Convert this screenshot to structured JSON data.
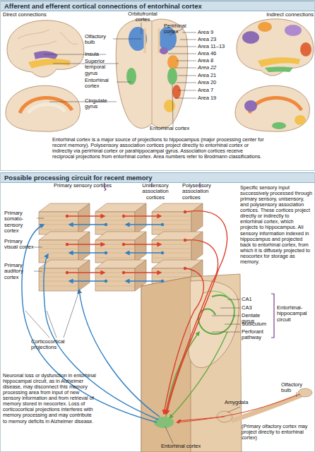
{
  "diagram": {
    "nodes": [
      {
        "text": [
          "Afferent and efferent cortical connections of entorhinal cortex"
        ]
      },
      {
        "text": [
          "Possible processing circuit for recent memory"
        ]
      }
    ],
    "labels": [
      "Direct connections",
      "Indirect connections",
      "Orbitofrontal cortex",
      "Perirhinal cortex",
      "Olfactory bulb",
      "Insula",
      "Superior temporal gyrus",
      "Entorhinal cortex",
      "Cingulate gyrus",
      "Area 9",
      "Area 23",
      "Area 11–13",
      "Area 46",
      "Area 8",
      "Area 22",
      "Area 21",
      "Area 20",
      "Area 7",
      "Area 19",
      "Entorhinal cortex",
      "Entorhinal cortex is a major source of projections to hippocampus (major processing center for recent memory). Polysensory association cortices project directly to entorhinal cortex or indirectly via perirhinal cortex or parahippocampal gyrus. Association cortices receive reciprocal projections from entorhinal cortex. Area numbers refer to Brodmann classifications.",
      "Primary sensory cortices",
      "Unisensory association cortices",
      "Polysensory association cortices",
      "Specific sensory input successively processed through primary sensory, unisensory, and polysensory association cortices. These cortices project directly or indirectly to entorhinal cortex, which projects to hippocampus. All sensory information indexed in hippocampus and projected back to entorhinal cortex, from which it is diffusely projected to neocortex for storage as memory.",
      "Primary somato-sensory cortex",
      "Primary visual cortex",
      "Primary auditory cortex",
      "Corticocortical projections",
      "CA1",
      "CA3",
      "Dentate gyrus",
      "Subiculum",
      "Perforant pathway",
      "Entorhinal-hippocampal circuit",
      "Neuronal loss or dysfunction in entorhinal hippocampal circuit, as in Alzheimer disease, may disconnect this memory processing area from input of new sensory information and from retrieval of memory stored in neocortex. Loss of corticocortical projections interferes with memory processing and may contribute to memory deficits in Alzheimer disease.",
      "Olfactory bulb",
      "Amygdala",
      "Entorhinal cortex",
      "(Primary olfactory cortex may project directly to entorhinal cortex)"
    ]
  }
}
